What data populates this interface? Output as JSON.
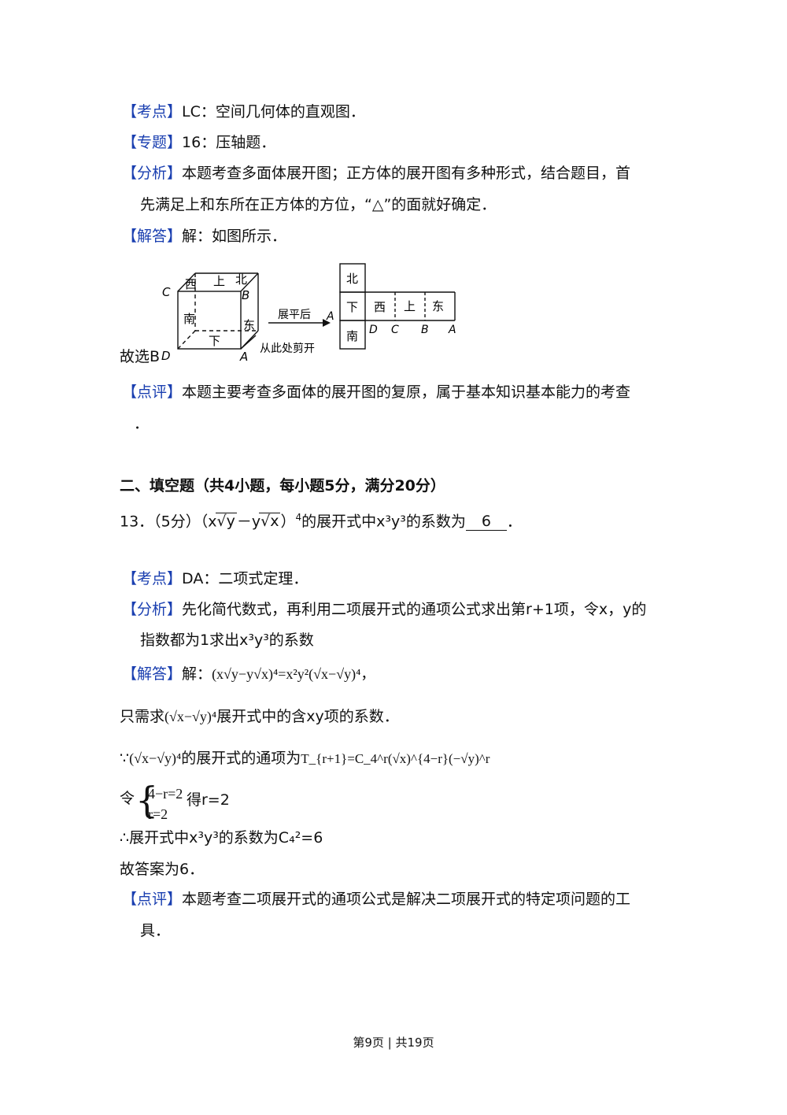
{
  "section1": {
    "kaodian_label": "考点",
    "kaodian_text": "LC：空间几何体的直观图．",
    "zhuanti_label": "专题",
    "zhuanti_text": "16：压轴题．",
    "fenxi_label": "分析",
    "fenxi_line1": "本题考查多面体展开图；正方体的展开图有多种形式，结合题目，首",
    "fenxi_line2": "先满足上和东所在正方体的方位，“△”的面就好确定．",
    "jieda_label": "解答",
    "jieda_text": "解：如图所示．",
    "choose_text": "故选B",
    "dianping_label": "点评",
    "dianping_line1": "本题主要考查多面体的展开图的复原，属于基本知识基本能力的考查",
    "dianping_line2": "．"
  },
  "figure": {
    "cube": {
      "top_west": "西",
      "top_up": "上",
      "top_north": "北",
      "front_south": "南",
      "right_east": "东",
      "bottom_down": "下",
      "label_C": "C",
      "label_B": "B",
      "label_D": "D",
      "label_A": "A"
    },
    "arrow_label": "展平后",
    "arrow_A": "A",
    "cut_label": "从此处剪开",
    "net": {
      "north": "北",
      "down": "下",
      "west": "西",
      "up": "上",
      "east": "东",
      "south": "南",
      "label_D": "D",
      "label_C": "C",
      "label_B": "B",
      "label_A": "A"
    }
  },
  "section2": {
    "heading": "二、填空题（共4小题，每小题5分，满分20分）",
    "q13_prefix": "13．（5分）（x",
    "q13_sqrt_y": "y",
    "q13_mid": "－y",
    "q13_sqrt_x": "x",
    "q13_close": "）",
    "q13_power": "4",
    "q13_text": "的展开式中x³y³的系数为",
    "q13_answer": "6",
    "q13_end": "．",
    "kaodian_label": "考点",
    "kaodian_text": "DA：二项式定理．",
    "fenxi_label": "分析",
    "fenxi_line1": "先化简代数式，再利用二项展开式的通项公式求出第r+1项，令x，y的",
    "fenxi_line2": "指数都为1求出x³y³的系数",
    "jieda_label": "解答",
    "jieda_text": "解：",
    "jieda_formula": "(x√y−y√x)⁴=x²y²(√x−√y)⁴，",
    "only_text1": "只需求",
    "only_formula": "(√x−√y)⁴",
    "only_text2": "展开式中的含xy项的系数．",
    "because_text1": "∵",
    "because_formula": "(√x−√y)⁴",
    "because_text2": "的展开式的通项为",
    "because_formula2": "T_{r+1}=C_4^r(√x)^{4−r}(−√y)^r",
    "ling_text": "令",
    "sys_eq1": "4−r=2",
    "sys_eq2": "r=2",
    "de_text": "得r=2",
    "therefore_text": "∴展开式中x³y³的系数为C₄²=6",
    "answer_text": "故答案为6．",
    "dianping_label": "点评",
    "dianping_line1": "本题考查二项展开式的通项公式是解决二项展开式的特定项问题的工",
    "dianping_line2": "具．"
  },
  "footer": {
    "text": "第9页 | 共19页"
  }
}
